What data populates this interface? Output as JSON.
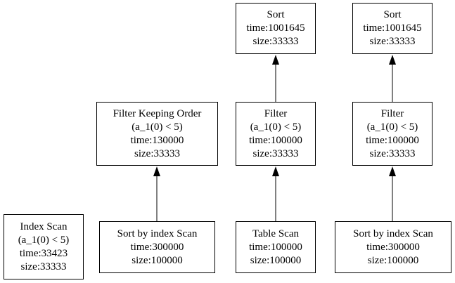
{
  "nodes": {
    "index_scan": {
      "lines": [
        "Index Scan",
        "(a_1(0) < 5)",
        "time:33423",
        "size:33333"
      ]
    },
    "sort_index_scan_1": {
      "lines": [
        "Sort by index Scan",
        "time:300000",
        "size:100000"
      ]
    },
    "table_scan": {
      "lines": [
        "Table Scan",
        "time:100000",
        "size:100000"
      ]
    },
    "sort_index_scan_2": {
      "lines": [
        "Sort by index Scan",
        "time:300000",
        "size:100000"
      ]
    },
    "filter_keeping_order": {
      "lines": [
        "Filter Keeping Order",
        "(a_1(0) < 5)",
        "time:130000",
        "size:33333"
      ]
    },
    "filter_1": {
      "lines": [
        "Filter",
        "(a_1(0) < 5)",
        "time:100000",
        "size:33333"
      ]
    },
    "filter_2": {
      "lines": [
        "Filter",
        "(a_1(0) < 5)",
        "time:100000",
        "size:33333"
      ]
    },
    "sort_1": {
      "lines": [
        "Sort",
        "time:1001645",
        "size:33333"
      ]
    },
    "sort_2": {
      "lines": [
        "Sort",
        "time:1001645",
        "size:33333"
      ]
    }
  },
  "edges": [
    {
      "from": "sort_index_scan_1",
      "to": "filter_keeping_order"
    },
    {
      "from": "table_scan",
      "to": "filter_1"
    },
    {
      "from": "sort_index_scan_2",
      "to": "filter_2"
    },
    {
      "from": "filter_1",
      "to": "sort_1"
    },
    {
      "from": "filter_2",
      "to": "sort_2"
    }
  ]
}
